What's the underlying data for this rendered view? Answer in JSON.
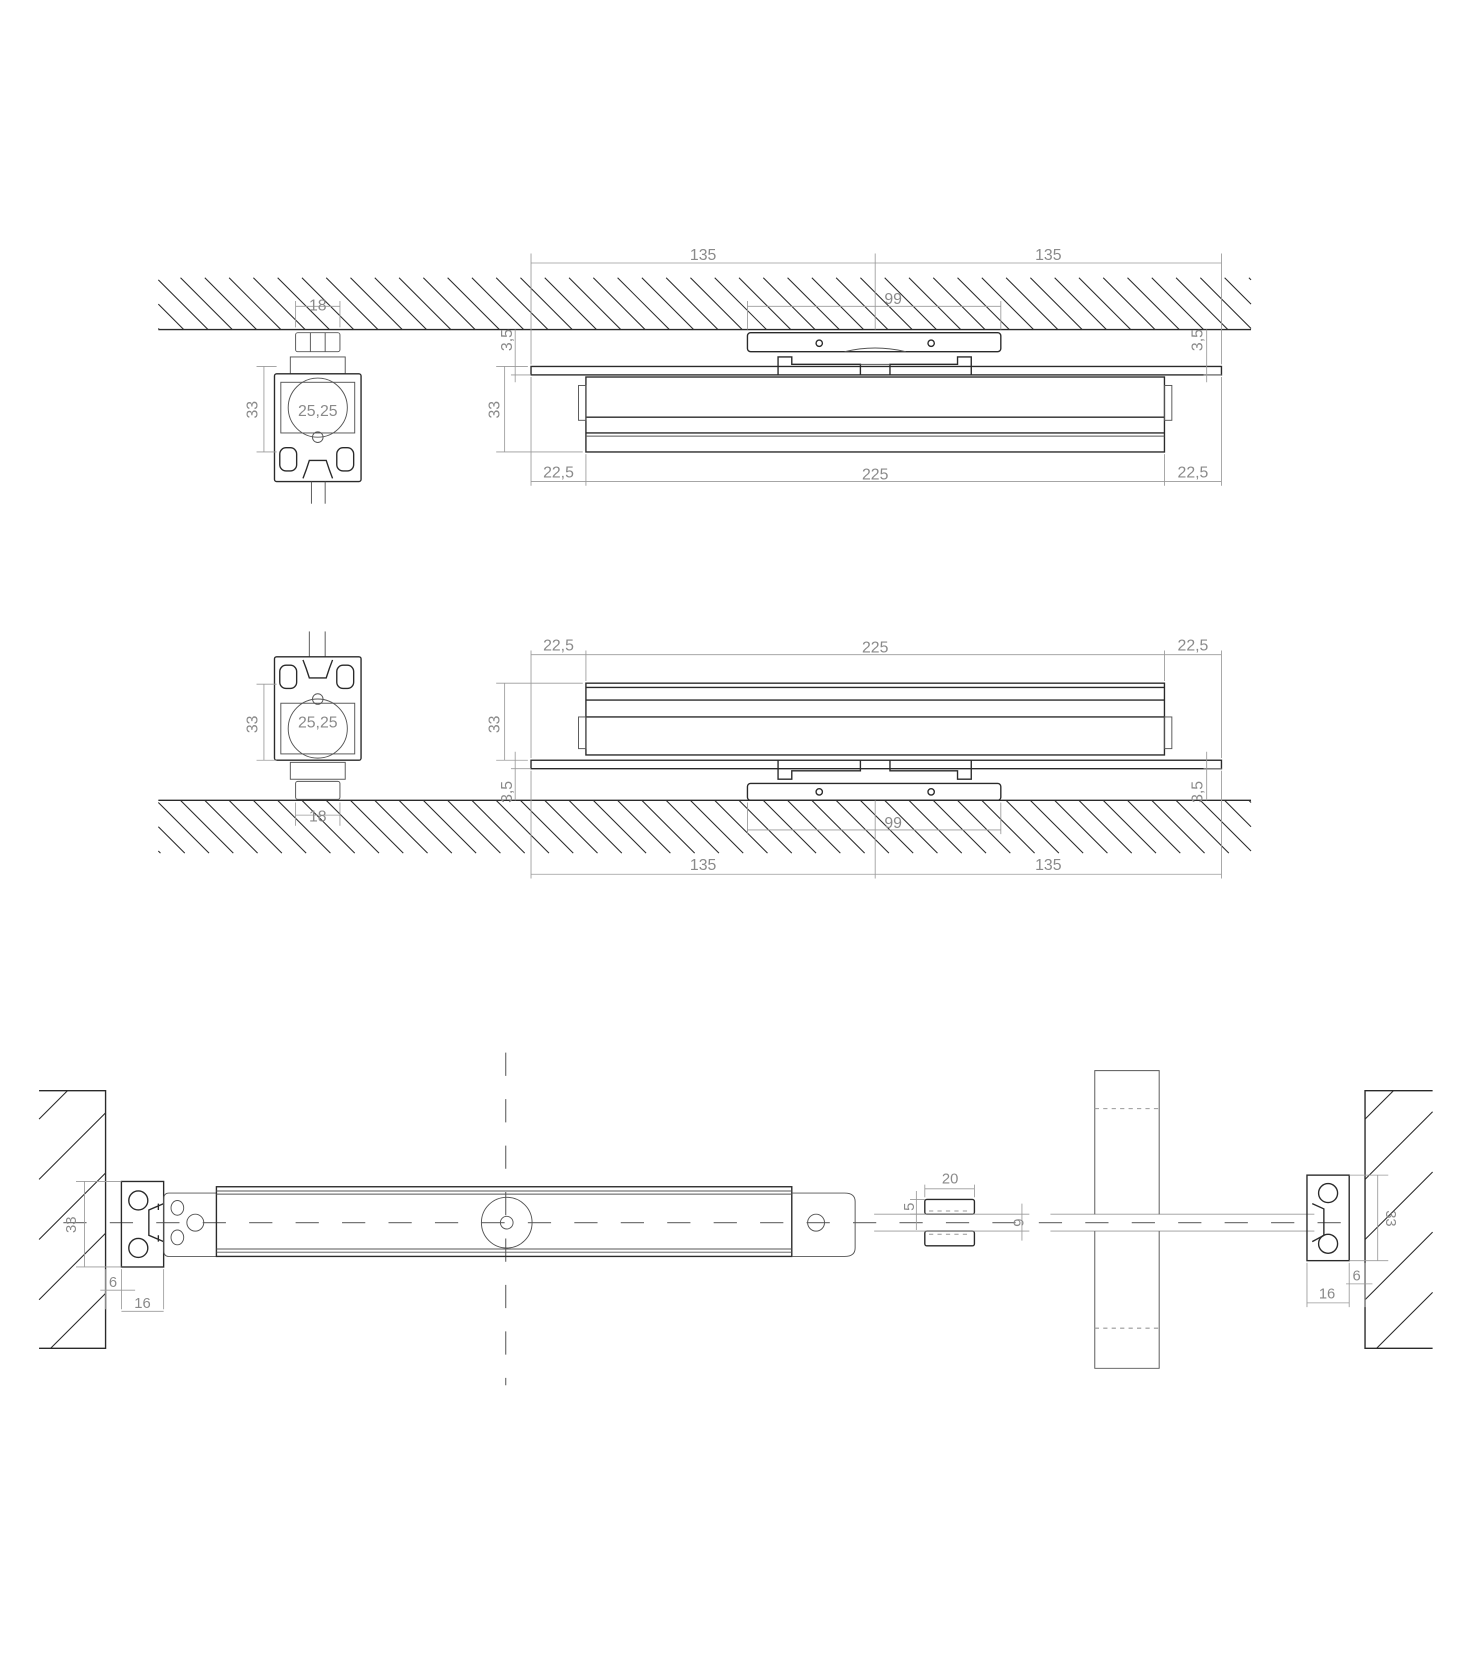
{
  "colors": {
    "outline": "#2a2a2a",
    "dimension": "#9a9a9a",
    "background": "#ffffff"
  },
  "view_top": {
    "side": {
      "width": "18",
      "height": "33",
      "wheel": "25,25"
    },
    "front": {
      "left_half": "135",
      "right_half": "135",
      "carriage": "99",
      "gap_left": "3,5",
      "gap_right": "3,5",
      "height": "33",
      "end_left": "22,5",
      "length": "225",
      "end_right": "22,5"
    }
  },
  "view_bottom": {
    "side": {
      "width": "18",
      "height": "33",
      "wheel": "25,25"
    },
    "front": {
      "left_half": "135",
      "right_half": "135",
      "carriage": "99",
      "gap_left": "3,5",
      "gap_right": "3,5",
      "height": "33",
      "end_left": "22,5",
      "length": "225",
      "end_right": "22,5"
    }
  },
  "plan_view": {
    "left_bracket": {
      "height": "33",
      "offset": "6",
      "depth": "16"
    },
    "guide": {
      "width": "20",
      "gap": "5",
      "glass": "6"
    },
    "right_bracket": {
      "height": "33",
      "offset": "6",
      "depth": "16"
    }
  }
}
